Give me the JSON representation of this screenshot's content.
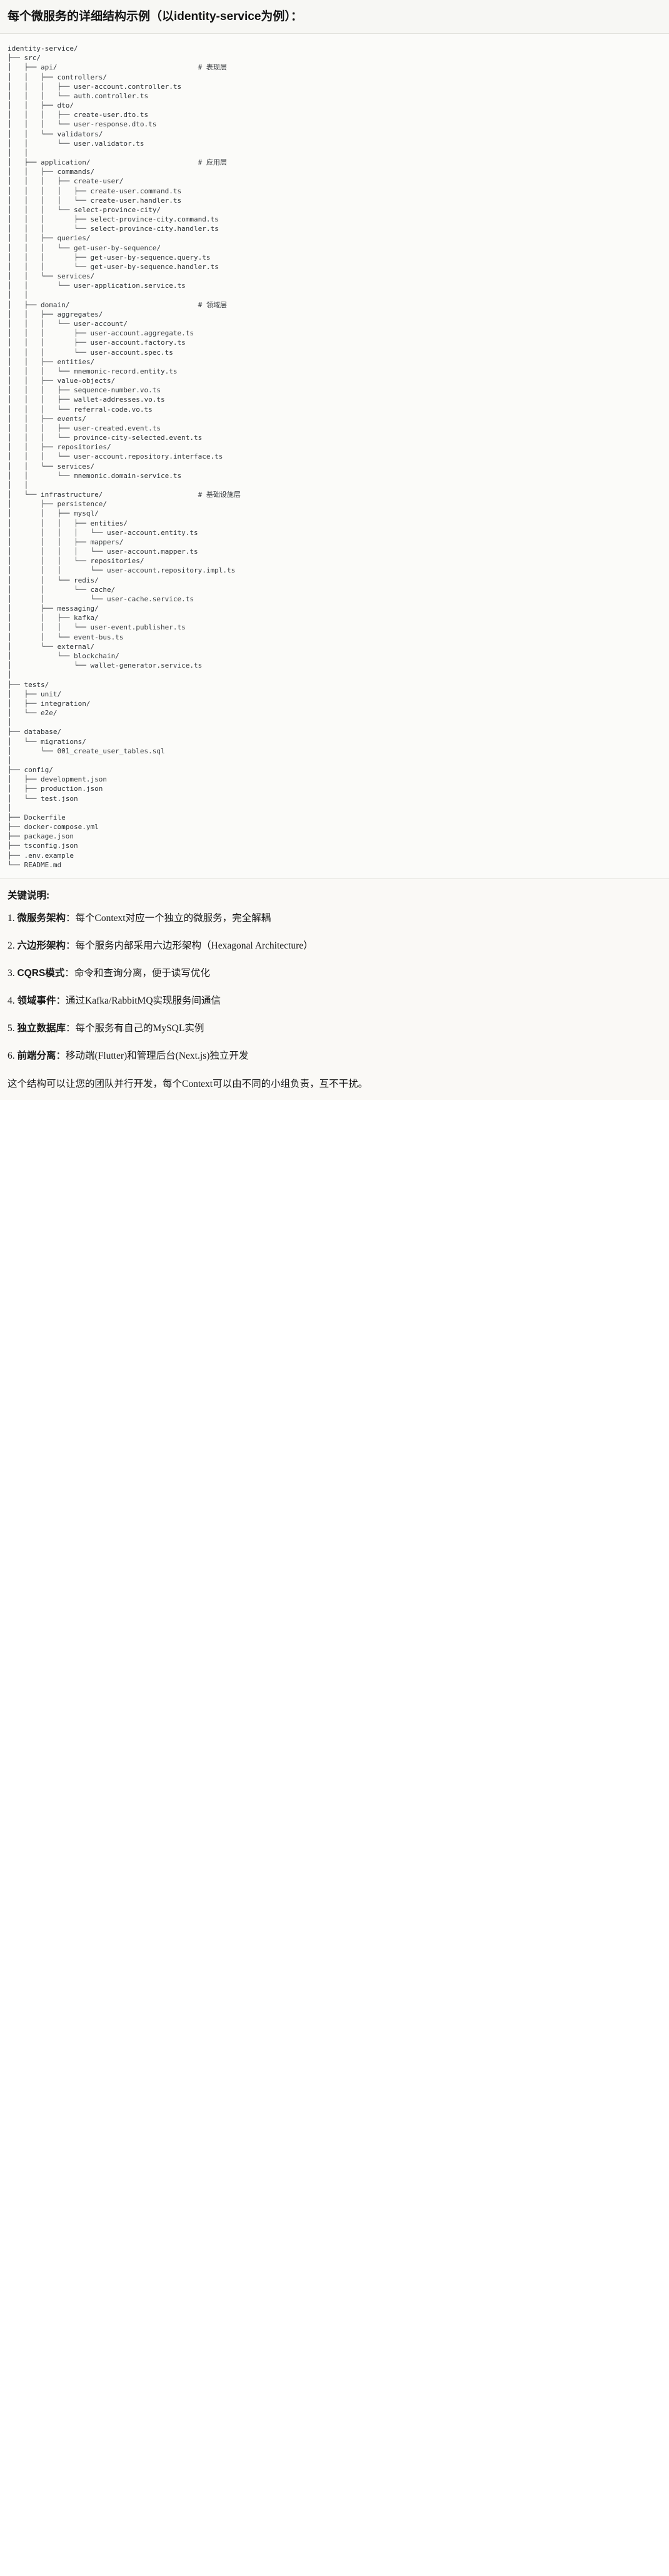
{
  "header": {
    "title": "每个微服务的详细结构示例（以identity-service为例）："
  },
  "tree": {
    "root": "identity-service/",
    "lines": [
      {
        "path": "identity-service/",
        "comment": ""
      },
      {
        "path": "├── src/",
        "comment": ""
      },
      {
        "path": "│   ├── api/",
        "comment": "# 表现层"
      },
      {
        "path": "│   │   ├── controllers/",
        "comment": ""
      },
      {
        "path": "│   │   │   ├── user-account.controller.ts",
        "comment": ""
      },
      {
        "path": "│   │   │   └── auth.controller.ts",
        "comment": ""
      },
      {
        "path": "│   │   ├── dto/",
        "comment": ""
      },
      {
        "path": "│   │   │   ├── create-user.dto.ts",
        "comment": ""
      },
      {
        "path": "│   │   │   └── user-response.dto.ts",
        "comment": ""
      },
      {
        "path": "│   │   └── validators/",
        "comment": ""
      },
      {
        "path": "│   │       └── user.validator.ts",
        "comment": ""
      },
      {
        "path": "│   │",
        "comment": ""
      },
      {
        "path": "│   ├── application/",
        "comment": "# 应用层"
      },
      {
        "path": "│   │   ├── commands/",
        "comment": ""
      },
      {
        "path": "│   │   │   ├── create-user/",
        "comment": ""
      },
      {
        "path": "│   │   │   │   ├── create-user.command.ts",
        "comment": ""
      },
      {
        "path": "│   │   │   │   └── create-user.handler.ts",
        "comment": ""
      },
      {
        "path": "│   │   │   └── select-province-city/",
        "comment": ""
      },
      {
        "path": "│   │   │       ├── select-province-city.command.ts",
        "comment": ""
      },
      {
        "path": "│   │   │       └── select-province-city.handler.ts",
        "comment": ""
      },
      {
        "path": "│   │   ├── queries/",
        "comment": ""
      },
      {
        "path": "│   │   │   └── get-user-by-sequence/",
        "comment": ""
      },
      {
        "path": "│   │   │       ├── get-user-by-sequence.query.ts",
        "comment": ""
      },
      {
        "path": "│   │   │       └── get-user-by-sequence.handler.ts",
        "comment": ""
      },
      {
        "path": "│   │   └── services/",
        "comment": ""
      },
      {
        "path": "│   │       └── user-application.service.ts",
        "comment": ""
      },
      {
        "path": "│   │",
        "comment": ""
      },
      {
        "path": "│   ├── domain/",
        "comment": "# 领域层"
      },
      {
        "path": "│   │   ├── aggregates/",
        "comment": ""
      },
      {
        "path": "│   │   │   └── user-account/",
        "comment": ""
      },
      {
        "path": "│   │   │       ├── user-account.aggregate.ts",
        "comment": ""
      },
      {
        "path": "│   │   │       ├── user-account.factory.ts",
        "comment": ""
      },
      {
        "path": "│   │   │       └── user-account.spec.ts",
        "comment": ""
      },
      {
        "path": "│   │   ├── entities/",
        "comment": ""
      },
      {
        "path": "│   │   │   └── mnemonic-record.entity.ts",
        "comment": ""
      },
      {
        "path": "│   │   ├── value-objects/",
        "comment": ""
      },
      {
        "path": "│   │   │   ├── sequence-number.vo.ts",
        "comment": ""
      },
      {
        "path": "│   │   │   ├── wallet-addresses.vo.ts",
        "comment": ""
      },
      {
        "path": "│   │   │   └── referral-code.vo.ts",
        "comment": ""
      },
      {
        "path": "│   │   ├── events/",
        "comment": ""
      },
      {
        "path": "│   │   │   ├── user-created.event.ts",
        "comment": ""
      },
      {
        "path": "│   │   │   └── province-city-selected.event.ts",
        "comment": ""
      },
      {
        "path": "│   │   ├── repositories/",
        "comment": ""
      },
      {
        "path": "│   │   │   └── user-account.repository.interface.ts",
        "comment": ""
      },
      {
        "path": "│   │   └── services/",
        "comment": ""
      },
      {
        "path": "│   │       └── mnemonic.domain-service.ts",
        "comment": ""
      },
      {
        "path": "│   │",
        "comment": ""
      },
      {
        "path": "│   └── infrastructure/",
        "comment": "# 基础设施层"
      },
      {
        "path": "│       ├── persistence/",
        "comment": ""
      },
      {
        "path": "│       │   ├── mysql/",
        "comment": ""
      },
      {
        "path": "│       │   │   ├── entities/",
        "comment": ""
      },
      {
        "path": "│       │   │   │   └── user-account.entity.ts",
        "comment": ""
      },
      {
        "path": "│       │   │   ├── mappers/",
        "comment": ""
      },
      {
        "path": "│       │   │   │   └── user-account.mapper.ts",
        "comment": ""
      },
      {
        "path": "│       │   │   └── repositories/",
        "comment": ""
      },
      {
        "path": "│       │   │       └── user-account.repository.impl.ts",
        "comment": ""
      },
      {
        "path": "│       │   └── redis/",
        "comment": ""
      },
      {
        "path": "│       │       └── cache/",
        "comment": ""
      },
      {
        "path": "│       │           └── user-cache.service.ts",
        "comment": ""
      },
      {
        "path": "│       ├── messaging/",
        "comment": ""
      },
      {
        "path": "│       │   ├── kafka/",
        "comment": ""
      },
      {
        "path": "│       │   │   └── user-event.publisher.ts",
        "comment": ""
      },
      {
        "path": "│       │   └── event-bus.ts",
        "comment": ""
      },
      {
        "path": "│       └── external/",
        "comment": ""
      },
      {
        "path": "│           └── blockchain/",
        "comment": ""
      },
      {
        "path": "│               └── wallet-generator.service.ts",
        "comment": ""
      },
      {
        "path": "│",
        "comment": ""
      },
      {
        "path": "├── tests/",
        "comment": ""
      },
      {
        "path": "│   ├── unit/",
        "comment": ""
      },
      {
        "path": "│   ├── integration/",
        "comment": ""
      },
      {
        "path": "│   └── e2e/",
        "comment": ""
      },
      {
        "path": "│",
        "comment": ""
      },
      {
        "path": "├── database/",
        "comment": ""
      },
      {
        "path": "│   └── migrations/",
        "comment": ""
      },
      {
        "path": "│       └── 001_create_user_tables.sql",
        "comment": ""
      },
      {
        "path": "│",
        "comment": ""
      },
      {
        "path": "├── config/",
        "comment": ""
      },
      {
        "path": "│   ├── development.json",
        "comment": ""
      },
      {
        "path": "│   ├── production.json",
        "comment": ""
      },
      {
        "path": "│   └── test.json",
        "comment": ""
      },
      {
        "path": "│",
        "comment": ""
      },
      {
        "path": "├── Dockerfile",
        "comment": ""
      },
      {
        "path": "├── docker-compose.yml",
        "comment": ""
      },
      {
        "path": "├── package.json",
        "comment": ""
      },
      {
        "path": "├── tsconfig.json",
        "comment": ""
      },
      {
        "path": "├── .env.example",
        "comment": ""
      },
      {
        "path": "└── README.md",
        "comment": ""
      }
    ]
  },
  "notes": {
    "title": "关键说明:",
    "items": [
      {
        "num": "1.",
        "term": "微服务架构",
        "sep": "：",
        "desc": "每个Context对应一个独立的微服务，完全解耦"
      },
      {
        "num": "2.",
        "term": "六边形架构",
        "sep": "：",
        "desc": "每个服务内部采用六边形架构（Hexagonal Architecture）"
      },
      {
        "num": "3.",
        "term": "CQRS模式",
        "sep": "：",
        "desc": "命令和查询分离，便于读写优化"
      },
      {
        "num": "4.",
        "term": "领域事件",
        "sep": "：",
        "desc": "通过Kafka/RabbitMQ实现服务间通信"
      },
      {
        "num": "5.",
        "term": "独立数据库",
        "sep": "：",
        "desc": "每个服务有自己的MySQL实例"
      },
      {
        "num": "6.",
        "term": "前端分离",
        "sep": "：",
        "desc": "移动端(Flutter)和管理后台(Next.js)独立开发"
      }
    ],
    "closing": "这个结构可以让您的团队并行开发，每个Context可以由不同的小组负责，互不干扰。"
  },
  "colors": {
    "header_bg": "#f7f7f4",
    "code_bg": "#fbfbf9",
    "notes_bg": "#faf9f6",
    "text": "#1a1a1a",
    "code_text": "#2f3337",
    "divider": "#e2e2dd"
  }
}
